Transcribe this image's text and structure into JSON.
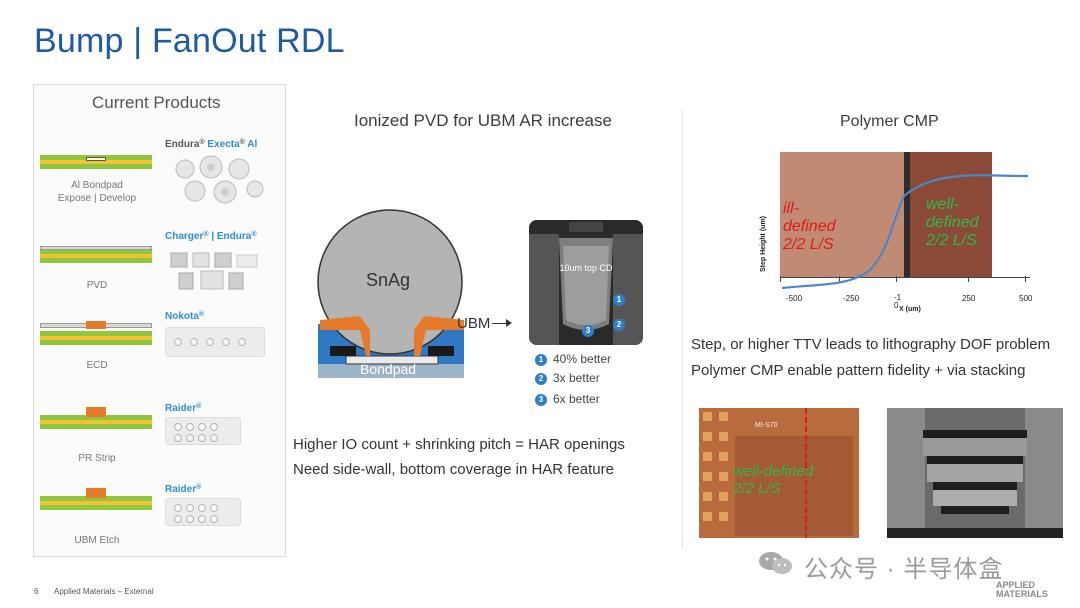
{
  "title": "Bump | FanOut RDL",
  "products": {
    "heading": "Current Products",
    "items": [
      {
        "label_lines": [
          "Al Bondpad",
          "Expose | Develop"
        ],
        "brand": [
          "Endura",
          "Execta",
          "Al"
        ]
      },
      {
        "label_lines": [
          "PVD"
        ],
        "brand": [
          "Charger",
          "Endura"
        ]
      },
      {
        "label_lines": [
          "ECD"
        ],
        "brand": [
          "Nokota"
        ]
      },
      {
        "label_lines": [
          "PR Strip"
        ],
        "brand": [
          "Raider"
        ]
      },
      {
        "label_lines": [
          "UBM Etch"
        ],
        "brand": [
          "Raider"
        ]
      }
    ],
    "reg_mark": "®"
  },
  "pvd": {
    "heading": "Ionized PVD for UBM AR increase",
    "snag_label": "SnAg",
    "bondpad_label": "Bondpad",
    "ubm_label": "UBM",
    "sem_label": "10um top CD",
    "markers": [
      "1",
      "2",
      "3"
    ],
    "legend": [
      {
        "num": "1",
        "text": "40% better"
      },
      {
        "num": "2",
        "text": "3x better"
      },
      {
        "num": "3",
        "text": "6x better"
      }
    ],
    "text_lines": [
      "Higher IO count + shrinking pitch = HAR openings",
      "Need side-wall, bottom coverage in HAR feature"
    ],
    "colors": {
      "snag": "#b4b4b4",
      "ubm": "#e57b2a",
      "substrate": "#2f79c4"
    }
  },
  "cmp": {
    "heading": "Polymer CMP",
    "ill_lines": [
      "ill-",
      "defined",
      "2/2 L/S"
    ],
    "well_lines": [
      "well-",
      "defined",
      "2/2 L/S"
    ],
    "ylabel": "Step Height (um)",
    "xlabel": "X (um)",
    "xticks": [
      "-500",
      "-250",
      "-1\n0",
      "250",
      "500"
    ],
    "text_lines": [
      "Step, or higher TTV leads to lithography DOF problem",
      "Polymer CMP enable pattern fidelity + via stacking"
    ],
    "photo_well_lines": [
      "well-defined",
      "2/2 L/S"
    ],
    "photo_mark": "MI-S70",
    "colors": {
      "ill": "#e01b1b",
      "well": "#2fb84a",
      "profile": "#4a86c8"
    }
  },
  "footer": {
    "page_number": "6",
    "text": "Applied Materials – External",
    "watermark": "公众号 · 半导体盒",
    "logo_lines": [
      "APPLIED",
      "MATERIALS"
    ]
  }
}
